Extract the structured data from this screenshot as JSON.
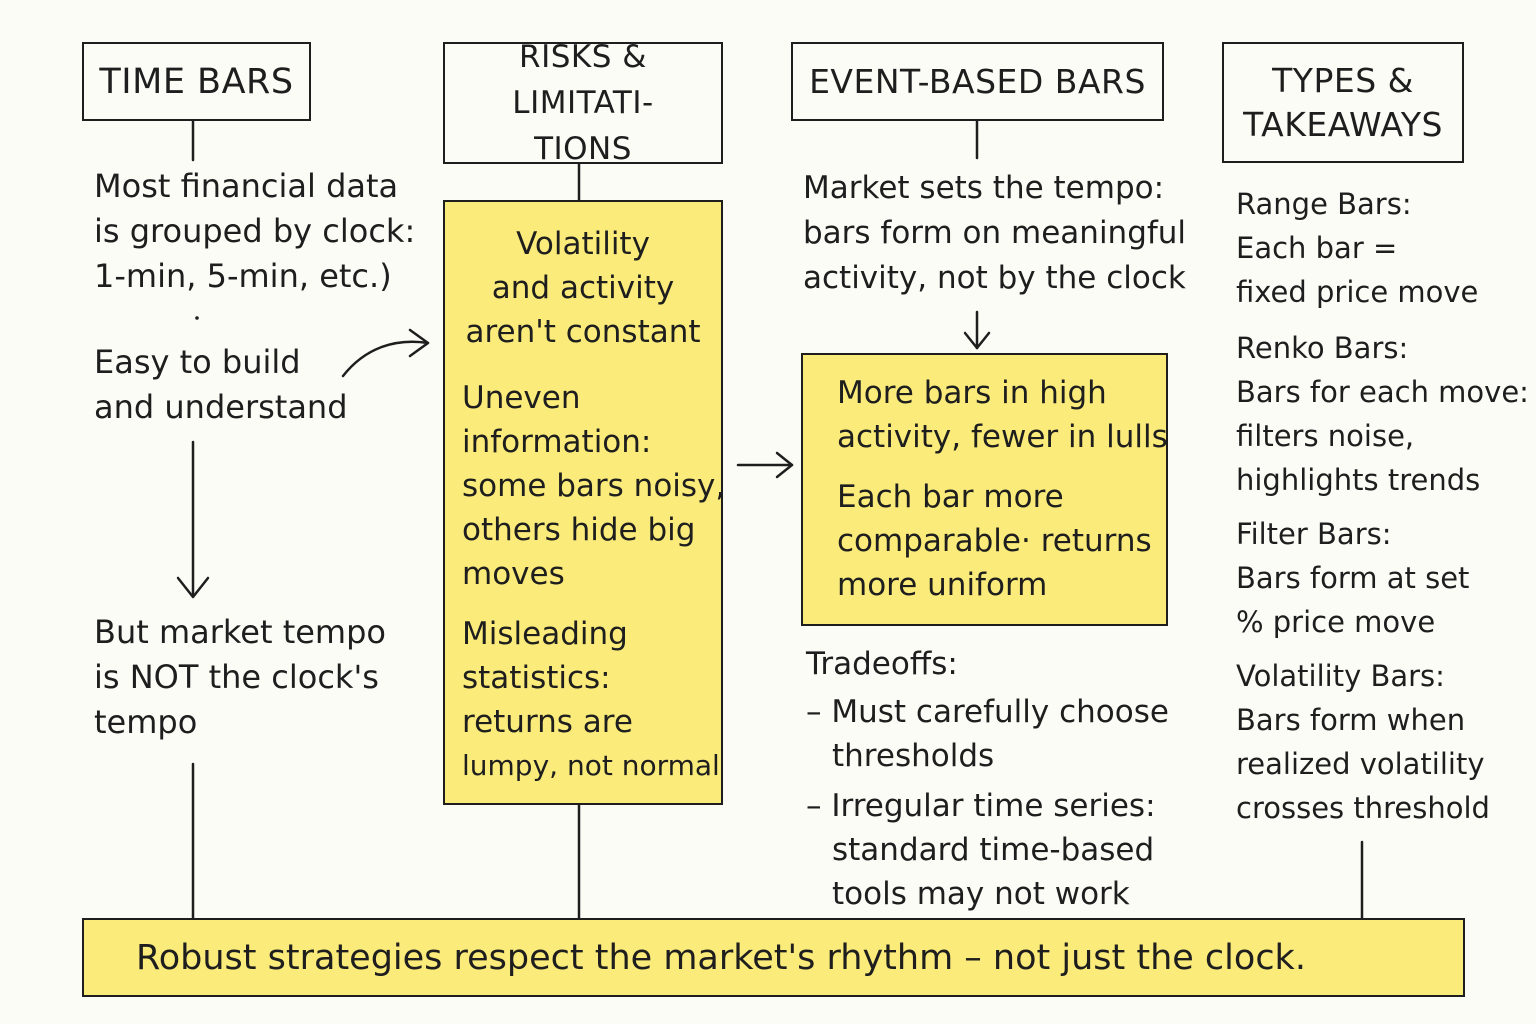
{
  "columns": {
    "time_bars": {
      "title": "TIME BARS",
      "intro": [
        "Most financial data",
        "is grouped by clock:",
        "1-min, 5-min, etc.)"
      ],
      "easy": [
        "Easy to build",
        "and understand"
      ],
      "but": [
        "But market tempo",
        "is NOT the clock's",
        "tempo"
      ]
    },
    "risks": {
      "title_lines": [
        "RISKS & LIMITATI-",
        "TIONS"
      ],
      "p1": [
        "Volatility",
        "and activity",
        "aren't constant"
      ],
      "p2": [
        "Uneven",
        "information:",
        "some bars noisy,",
        "others hide big",
        "moves"
      ],
      "p3": [
        "Misleading",
        "statistics:",
        "returns are",
        "lumpy, not normal"
      ]
    },
    "event": {
      "title": "EVENT-BASED BARS",
      "intro": [
        "Market sets the tempo:",
        "bars form on meaningful",
        "activity, not by the clock"
      ],
      "box_p1": [
        "More bars in high",
        "activity, fewer in lulls"
      ],
      "box_p2": [
        "Each bar more",
        "comparable· returns",
        "more uniform"
      ],
      "tradeoffs_label": "Tradeoffs:",
      "tradeoff_1": [
        "– Must carefully choose",
        "thresholds"
      ],
      "tradeoff_2": [
        "– Irregular time series:",
        "standard time-based",
        "tools may not work"
      ]
    },
    "types": {
      "title_lines": [
        "TYPES &",
        "TAKEAWAYS"
      ],
      "range": [
        "Range Bars:",
        "Each bar =",
        "fixed price move"
      ],
      "renko": [
        "Renko Bars:",
        "Bars for each move:",
        "filters noise,",
        "highlights trends"
      ],
      "filter": [
        "Filter Bars:",
        "Bars form at set",
        "% price move"
      ],
      "volatility": [
        "Volatility Bars:",
        "Bars form when",
        "realized volatility",
        "crosses threshold"
      ]
    }
  },
  "footer": "Robust strategies respect the market's rhythm – not just the clock."
}
